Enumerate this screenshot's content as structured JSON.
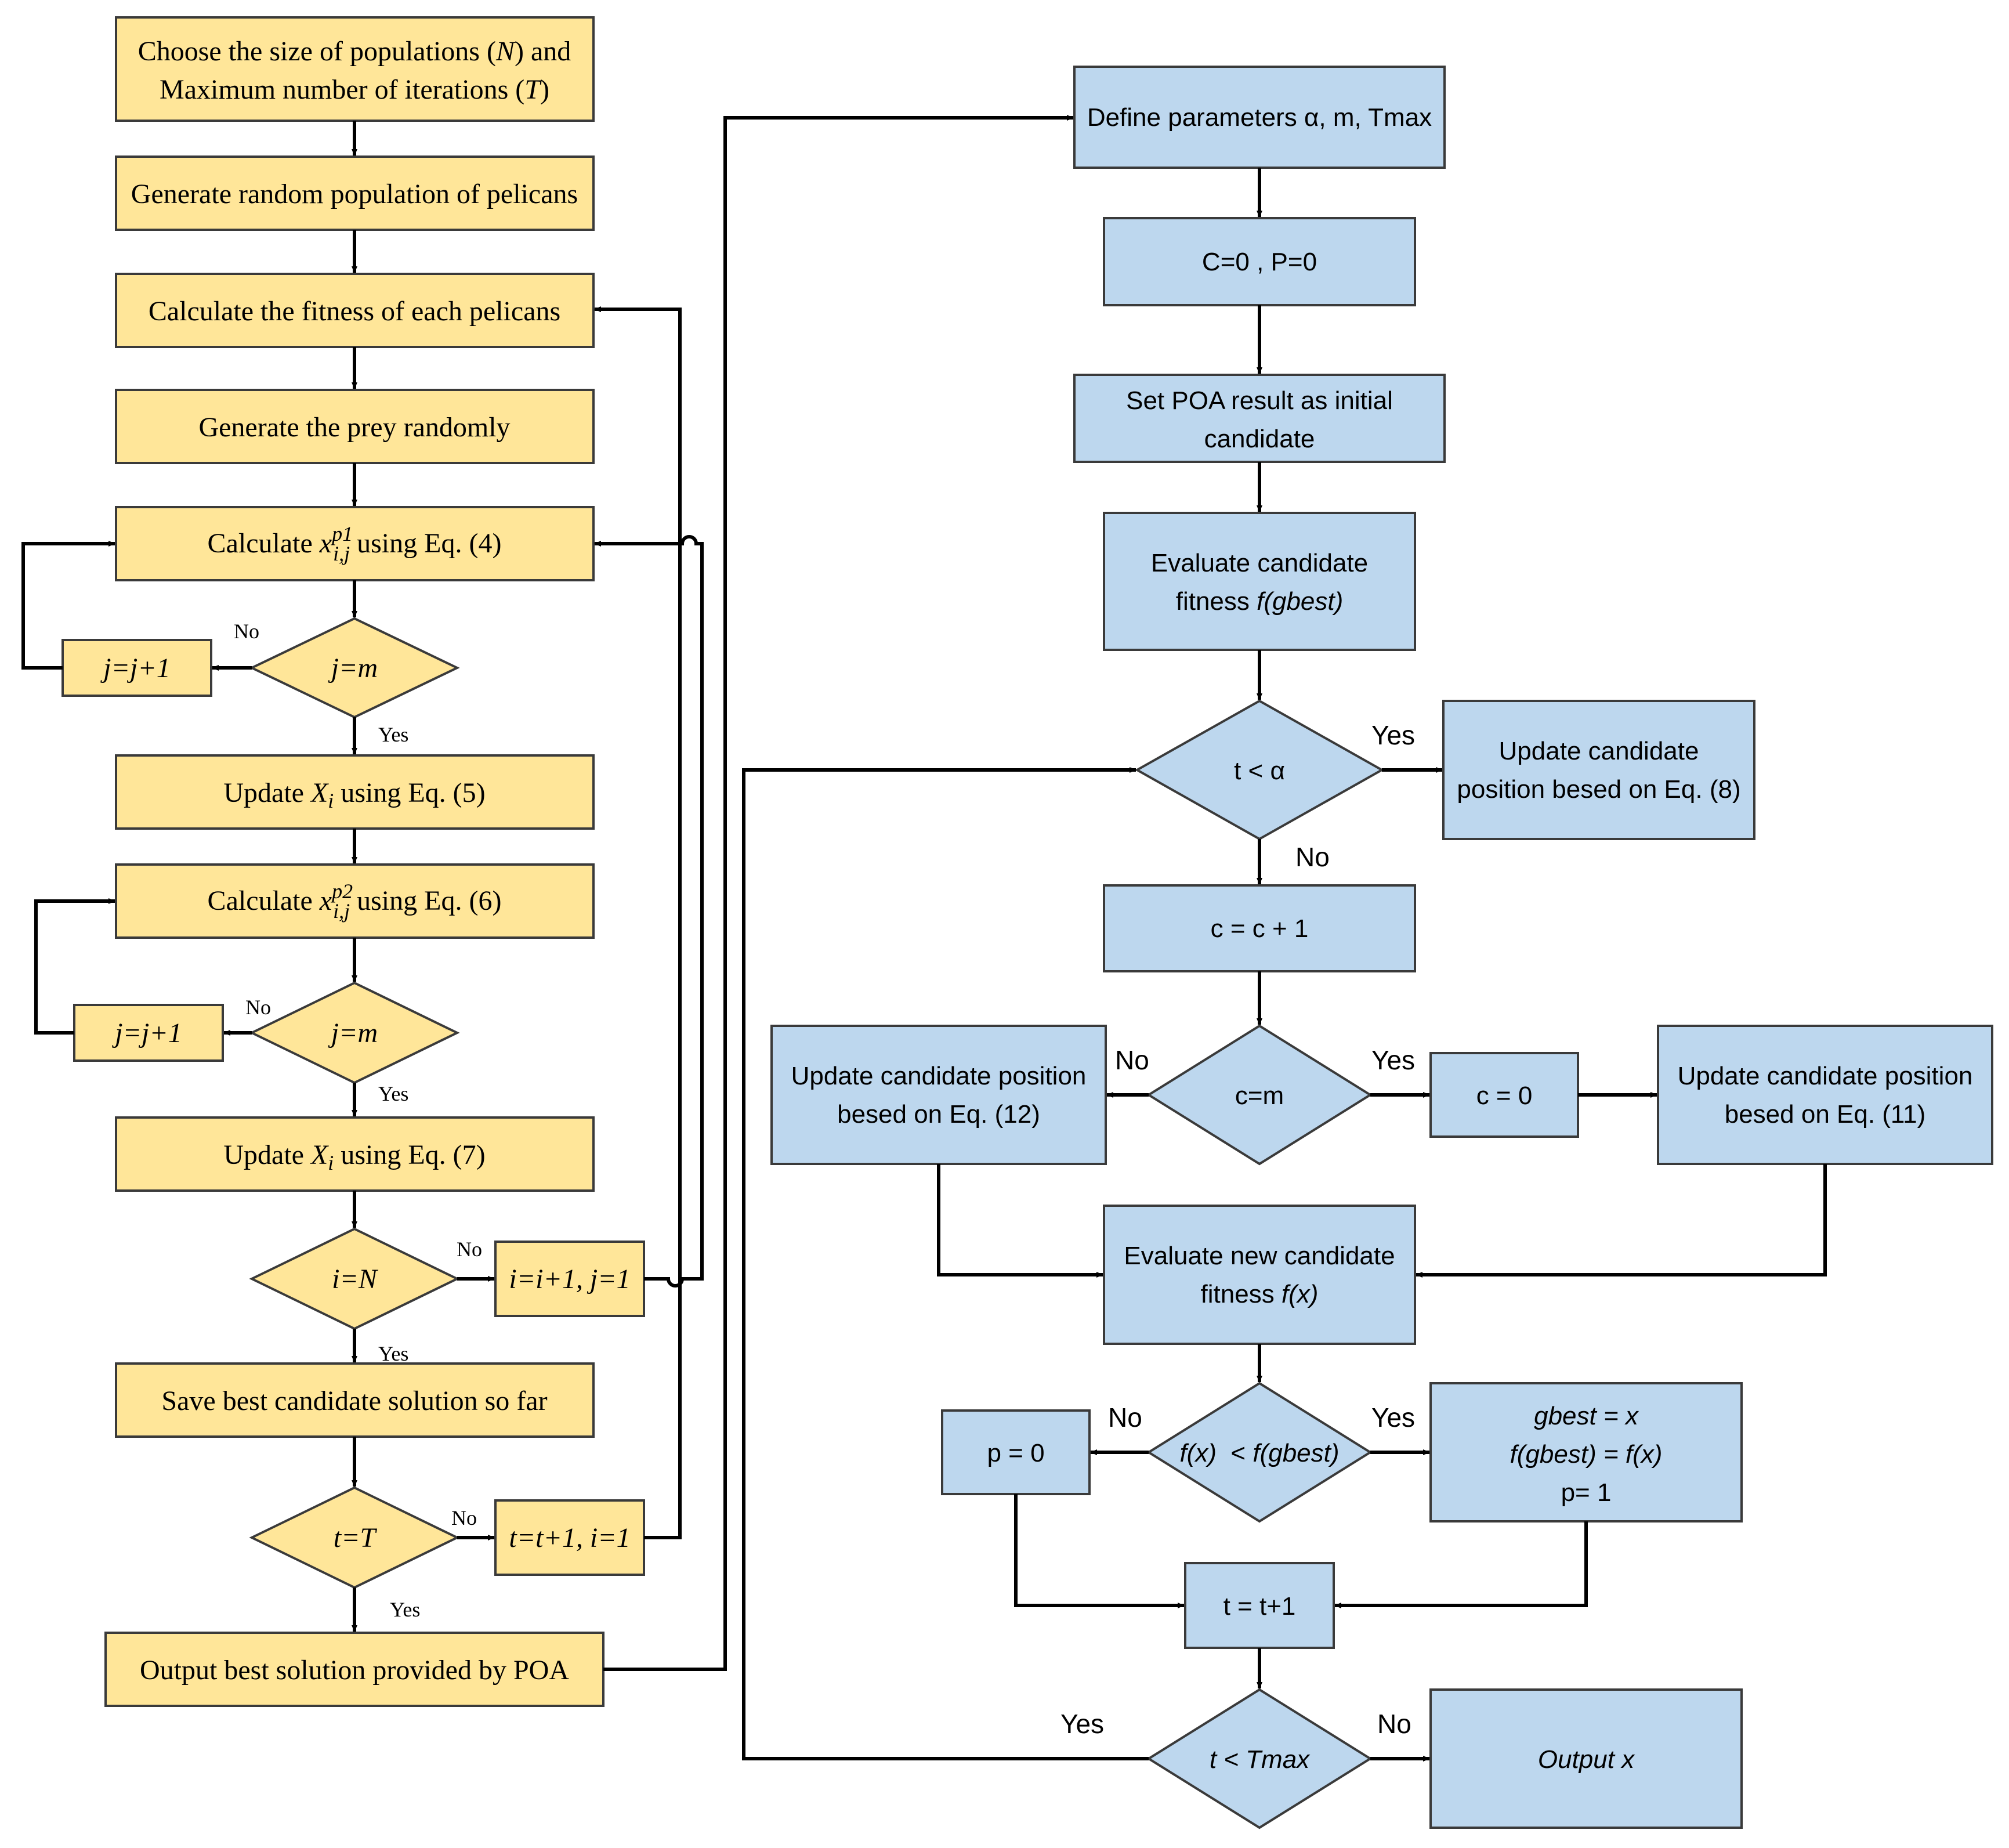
{
  "left": {
    "s1_line1": "Choose the size of populations (",
    "s1_line1_var": "N",
    "s1_line1_end": ") and",
    "s1_line2": "Maximum number of iterations (",
    "s1_line2_var": "T",
    "s1_line2_end": ")",
    "s2": "Generate random population of pelicans",
    "s3": "Calculate the fitness of each pelicans",
    "s4": "Generate the prey randomly",
    "s5_pre": "Calculate ",
    "s5_var": "x",
    "s5_sup": "p1",
    "s5_sub": "i,j",
    "s5_post": " using Eq. (4)",
    "d1": "j=m",
    "inc1": "j=j+1",
    "s6_pre": "Update ",
    "s6_var": "X",
    "s6_sub": "i",
    "s6_post": " using Eq. (5)",
    "s7_pre": "Calculate ",
    "s7_var": "x",
    "s7_sup": "p2",
    "s7_sub": "i,j",
    "s7_post": " using Eq. (6)",
    "d2": "j=m",
    "inc2": "j=j+1",
    "s8_pre": "Update ",
    "s8_var": "X",
    "s8_sub": "i",
    "s8_post": " using Eq. (7)",
    "d3": "i=N",
    "inc3_a": "i=i+1, ",
    "inc3_b": "j=1",
    "s9": "Save best candidate solution so far",
    "d4": "t=T",
    "inc4_a": "t=t+1, ",
    "inc4_b": "i=1",
    "s10": "Output best solution provided by POA",
    "no": "No",
    "yes": "Yes"
  },
  "right": {
    "r1": "Define parameters α, m, Tmax",
    "r2": "C=0 , P=0",
    "r3_line1": "Set POA result as initial",
    "r3_line2": "candidate",
    "r4_line1": "Evaluate candidate",
    "r4_line2": "fitness ",
    "r4_var": "f(gbest)",
    "d5": "t < α",
    "r5_line1": "Update candidate",
    "r5_line2": "position besed on Eq. (8)",
    "r6": "c = c + 1",
    "d6": "c=m",
    "r7_line1": "Update candidate position",
    "r7_line2": "besed on Eq. (12)",
    "r8": "c = 0",
    "r9_line1": "Update candidate position",
    "r9_line2": "besed on Eq. (11)",
    "r10_line1": "Evaluate new candidate",
    "r10_line2": "fitness ",
    "r10_var": "f(x)",
    "d7_a": "f(x)",
    "d7_b": "  < ",
    "d7_c": "f(gbest)",
    "r11": "p = 0",
    "r12_line1": "gbest = x",
    "r12_line2": "f(gbest) = f(x)",
    "r12_line3": "p= 1",
    "r13": "t = t+1",
    "d8": "t < Tmax",
    "r14": "Output x",
    "no": "No",
    "yes": "Yes"
  },
  "colors": {
    "left_fill": "#FFE699",
    "right_fill": "#BDD7EE",
    "stroke": "#3a3a3a",
    "line": "#000000"
  }
}
